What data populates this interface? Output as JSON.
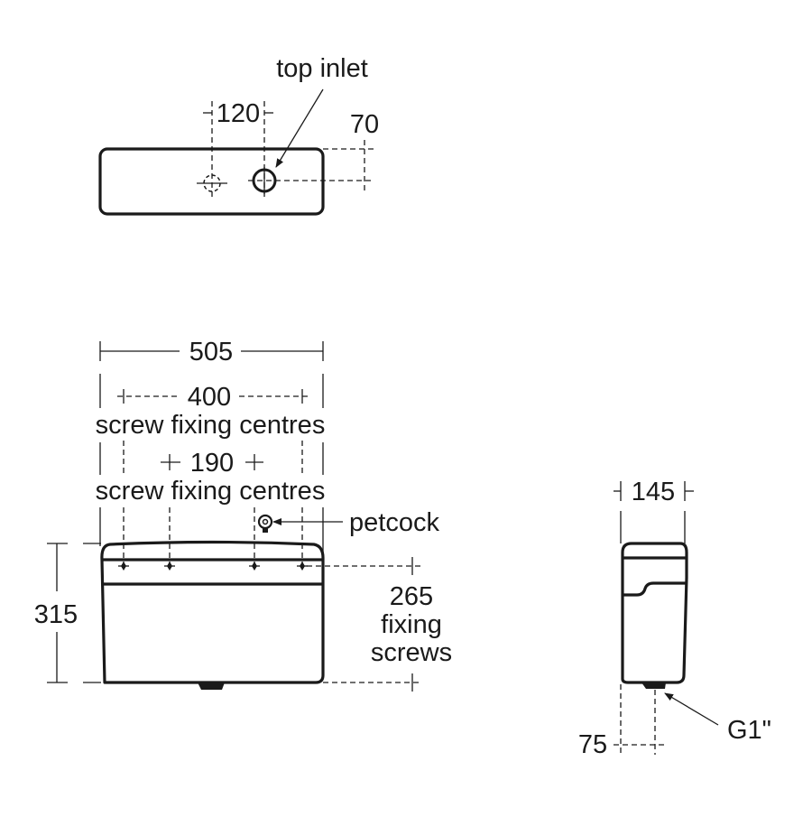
{
  "drawing": {
    "subject": "cistern dimension drawing",
    "line_color": "#1a1a1a",
    "background": "#ffffff"
  },
  "top_view": {
    "callout": "top inlet",
    "dim_inlet_spacing": "120",
    "dim_inlet_offset": "70"
  },
  "front_view": {
    "dim_overall_width": "505",
    "dim_screw_centres_outer": "400",
    "screw_centres_outer_caption": "screw fixing centres",
    "dim_screw_centres_inner": "190",
    "screw_centres_inner_caption": "screw fixing centres",
    "petcock_callout": "petcock",
    "dim_height": "315",
    "dim_fixing_screws": "265",
    "fixing_screws_caption_1": "fixing",
    "fixing_screws_caption_2": "screws"
  },
  "side_view": {
    "dim_depth": "145",
    "dim_outlet_offset": "75",
    "outlet_callout": "G1\""
  }
}
